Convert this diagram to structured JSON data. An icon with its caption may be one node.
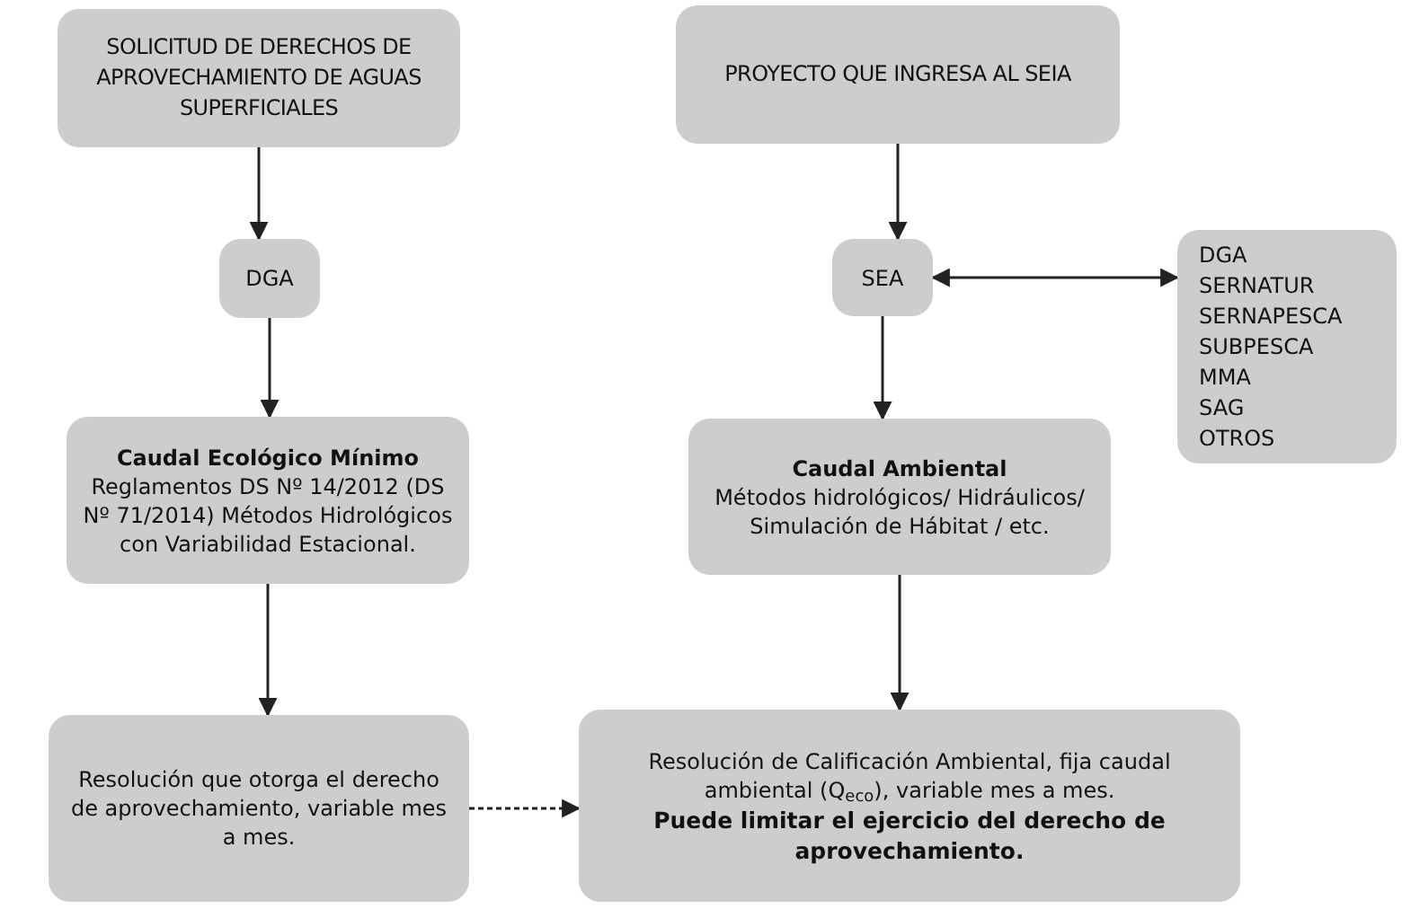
{
  "diagram": {
    "nodes": [
      {
        "text": [
          "SOLICITUD DE DERECHOS DE APROVECHAMIENTO DE AGUAS SUPERFICIALES"
        ]
      },
      {
        "text": [
          "PROYECTO QUE INGRESA AL SEIA"
        ]
      },
      {
        "text": [
          "DGA"
        ]
      },
      {
        "text": [
          "SEA"
        ]
      },
      {
        "text": [
          "DGA",
          "SERNATUR",
          "SERNAPESCA",
          "SUBPESCA",
          "MMA",
          "SAG",
          "OTROS"
        ]
      },
      {
        "text": [
          "Caudal Ecológico Mínimo",
          "Reglamentos DS Nº 14/2012 (DS Nº 71/2014) Métodos Hidrológicos con Variabilidad Estacional."
        ]
      },
      {
        "text": [
          "Caudal Ambiental",
          "Métodos hidrológicos/ Hidráulicos/ Simulación de Hábitat / etc."
        ]
      },
      {
        "text": [
          "Resolución que otorga el derecho de aprovechamiento, variable mes a mes."
        ]
      },
      {
        "text": [
          "Resolución de Calificación Ambiental, fija caudal ambiental (Q$_{eco}$), variable mes a mes.",
          "Puede limitar el ejercicio del derecho de aprovechamiento."
        ]
      }
    ],
    "edges": [
      {
        "from": 0,
        "to": 2,
        "arrow": "to"
      },
      {
        "from": 2,
        "to": 5,
        "arrow": "to"
      },
      {
        "from": 5,
        "to": 7,
        "arrow": "to"
      },
      {
        "from": 1,
        "to": 3,
        "arrow": "to"
      },
      {
        "from": 3,
        "to": 4,
        "arrow": "both"
      },
      {
        "from": 3,
        "to": 6,
        "arrow": "to"
      },
      {
        "from": 6,
        "to": 8,
        "arrow": "to"
      },
      {
        "from": 7,
        "to": 8,
        "arrow": "to",
        "style": "dashed"
      }
    ]
  }
}
